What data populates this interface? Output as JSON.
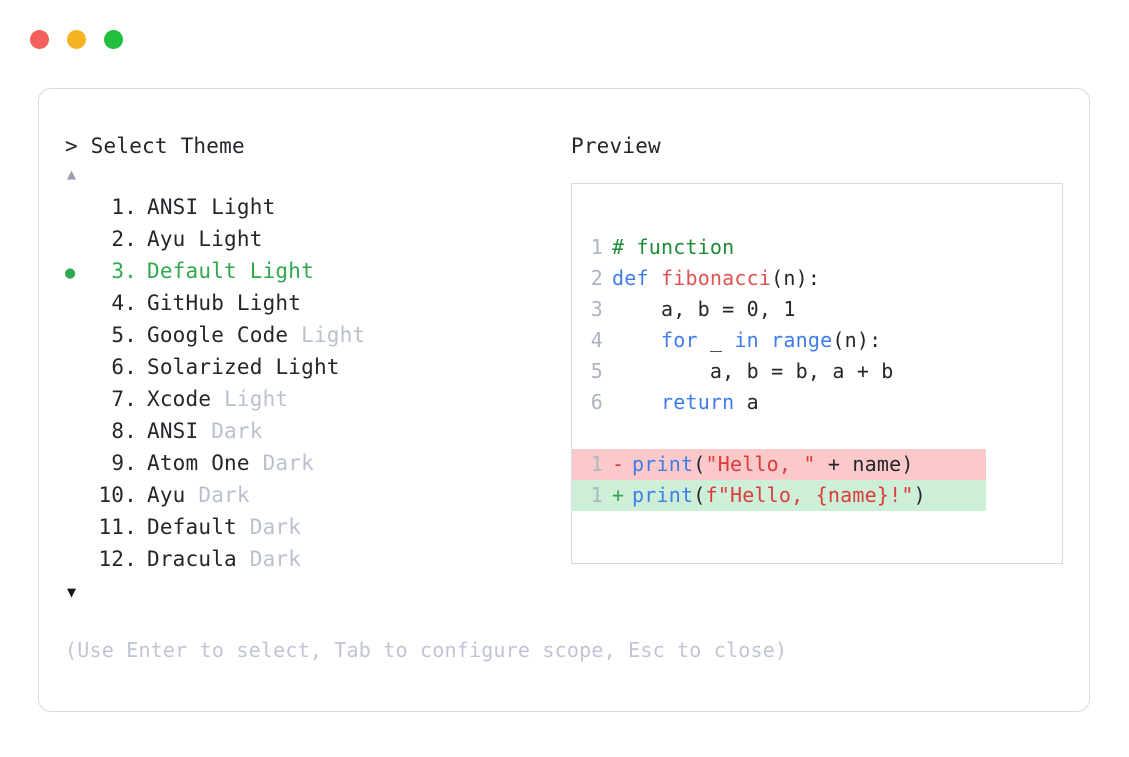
{
  "window": {
    "traffic_lights": [
      {
        "name": "close",
        "color": "#F4605B"
      },
      {
        "name": "minimize",
        "color": "#F5B223"
      },
      {
        "name": "maximize",
        "color": "#21BF3B"
      }
    ]
  },
  "prompt": {
    "text": "> Select Theme",
    "scroll_up": "▲",
    "scroll_down": "▼"
  },
  "theme_list": {
    "selected_index": 3,
    "bullet": "●",
    "items": [
      {
        "num": "1.",
        "name": "ANSI",
        "variant": "Light",
        "variant_muted": false,
        "selected": false
      },
      {
        "num": "2.",
        "name": "Ayu",
        "variant": "Light",
        "variant_muted": false,
        "selected": false
      },
      {
        "num": "3.",
        "name": "Default",
        "variant": "Light",
        "variant_muted": false,
        "selected": true
      },
      {
        "num": "4.",
        "name": "GitHub",
        "variant": "Light",
        "variant_muted": false,
        "selected": false
      },
      {
        "num": "5.",
        "name": "Google Code",
        "variant": "Light",
        "variant_muted": true,
        "selected": false
      },
      {
        "num": "6.",
        "name": "Solarized",
        "variant": "Light",
        "variant_muted": false,
        "selected": false
      },
      {
        "num": "7.",
        "name": "Xcode",
        "variant": "Light",
        "variant_muted": true,
        "selected": false
      },
      {
        "num": "8.",
        "name": "ANSI",
        "variant": "Dark",
        "variant_muted": true,
        "selected": false
      },
      {
        "num": "9.",
        "name": "Atom One",
        "variant": "Dark",
        "variant_muted": true,
        "selected": false
      },
      {
        "num": "10.",
        "name": "Ayu",
        "variant": "Dark",
        "variant_muted": true,
        "selected": false
      },
      {
        "num": "11.",
        "name": "Default",
        "variant": "Dark",
        "variant_muted": true,
        "selected": false
      },
      {
        "num": "12.",
        "name": "Dracula",
        "variant": "Dark",
        "variant_muted": true,
        "selected": false
      }
    ]
  },
  "footer": {
    "hint": "(Use Enter to select, Tab to configure scope, Esc to close)"
  },
  "preview": {
    "label": "Preview",
    "code_lines": [
      {
        "number": "1",
        "tokens": [
          {
            "text": "# function",
            "type": "comment"
          }
        ]
      },
      {
        "number": "2",
        "tokens": [
          {
            "text": "def ",
            "type": "keyword"
          },
          {
            "text": "fibonacci",
            "type": "func"
          },
          {
            "text": "(n):",
            "type": "plain"
          }
        ]
      },
      {
        "number": "3",
        "tokens": [
          {
            "text": "    a, b = 0, 1",
            "type": "plain"
          }
        ]
      },
      {
        "number": "4",
        "tokens": [
          {
            "text": "    ",
            "type": "plain"
          },
          {
            "text": "for",
            "type": "keyword"
          },
          {
            "text": " _ ",
            "type": "plain"
          },
          {
            "text": "in range",
            "type": "keyword"
          },
          {
            "text": "(n):",
            "type": "plain"
          }
        ]
      },
      {
        "number": "5",
        "tokens": [
          {
            "text": "        a, b = b, a + b",
            "type": "plain"
          }
        ]
      },
      {
        "number": "6",
        "tokens": [
          {
            "text": "    ",
            "type": "plain"
          },
          {
            "text": "return",
            "type": "keyword"
          },
          {
            "text": " a",
            "type": "plain"
          }
        ]
      }
    ],
    "diff_lines": [
      {
        "number": "1",
        "sign": "-",
        "kind": "removed",
        "tokens": [
          {
            "text": "print",
            "type": "keyword"
          },
          {
            "text": "(",
            "type": "plain"
          },
          {
            "text": "\"Hello, \"",
            "type": "string"
          },
          {
            "text": " + name)",
            "type": "plain"
          }
        ]
      },
      {
        "number": "1",
        "sign": "+",
        "kind": "added",
        "tokens": [
          {
            "text": "print",
            "type": "keyword"
          },
          {
            "text": "(",
            "type": "plain"
          },
          {
            "text": "f\"Hello, {name}!\"",
            "type": "string"
          },
          {
            "text": ")",
            "type": "plain"
          }
        ]
      }
    ]
  },
  "colors": {
    "accent_green": "#2FA84F",
    "muted_text": "#B9C0CE",
    "hint_text": "#BFC5D4",
    "body_text": "#24262C",
    "border": "#DADCE3",
    "preview_border": "#D6DAE1",
    "diff_removed_bg": "#FBC9C9",
    "diff_added_bg": "#CDEFD8",
    "token_comment": "#1E8B36",
    "token_keyword": "#3F7DEB",
    "token_func": "#E05252",
    "token_string": "#DB3B3B",
    "gutter": "#AEB4C0"
  }
}
